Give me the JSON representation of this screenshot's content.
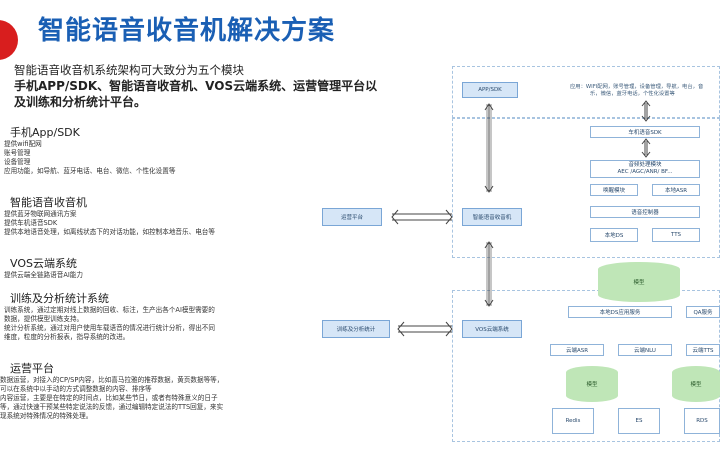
{
  "title": "智能语音收音机解决方案",
  "intro": {
    "line1": "智能语音收音机系统架构可大致分为五个模块",
    "line2": "手机APP/SDK、智能语音收音机、VOS云端系统、运营管理平台以",
    "line3": "及训练和分析统计平台。"
  },
  "sections": [
    {
      "heading": "手机App/SDK",
      "lines": [
        "提供wifi配网",
        "账号管理",
        "设备管理",
        "应用功能，如导航、蓝牙电话、电台、微信、个性化设置等"
      ]
    },
    {
      "heading": "智能语音收音机",
      "lines": [
        "提供蓝牙物联网通讯方案",
        "提供车机语音SDK",
        "提供本地语音处理，如离线状态下的对话功能，如控制本地音乐、电台等"
      ]
    },
    {
      "heading": "VOS云端系统",
      "lines": [
        "提供云端全链路语音AI能力"
      ]
    },
    {
      "heading": "训练及分析统计系统",
      "lines": [
        "训练系统，通过定期对线上数据的回收、标注，生产出各个AI模型需要的",
        "数据，提供模型训练支持。",
        "统计分析系统，通过对用户使用车载语音的情况进行统计分析，得出不同",
        "维度，粒度的分析报表，指导系统的改进。"
      ]
    },
    {
      "heading": "运营平台",
      "lines": [
        "数据运营，对接入的CP/SP内容，比如喜马拉雅的推荐数据，黄页数据等等，",
        "可以在系统中以手动的方式调整数据的内容、排序等",
        "内容运营，主要是在特定的时间点，比如某些节日，或者有特殊意义的日子",
        "等，通过快速干预某些特定说法的反馈，通过编辑特定说法的TTS回复，来实",
        "现系统对特殊情况的特殊处理。"
      ]
    }
  ],
  "diagram": {
    "app_sdk": "APP/SDK",
    "app_desc1": "应用：WIFI配网，账号管理，设备管理，导航，电台，音",
    "app_desc2": "乐，微信，蓝牙电话，个性化设置等",
    "car_sdk": "车机语音SDK",
    "audio_module": "音频处理模块",
    "audio_algos": "AEC /AGC/ANR/ BF...",
    "wakeup": "唤醒模块",
    "local_asr": "本地ASR",
    "voice_ctrl": "语音控制器",
    "local_ds": "本地DS",
    "tts": "TTS",
    "radio": "智能语音收音机",
    "ops_platform": "运营平台",
    "vos_cloud": "VOS云端系统",
    "train_stat": "训练及分析统计",
    "model": "模型",
    "local_ds_service": "本地DS应用服务",
    "qa": "QA服务",
    "cloud_asr": "云端ASR",
    "cloud_nlu": "云端NLU",
    "cloud_tts": "云端TTS",
    "redis": "Redis",
    "es": "ES",
    "rds": "RDS"
  }
}
